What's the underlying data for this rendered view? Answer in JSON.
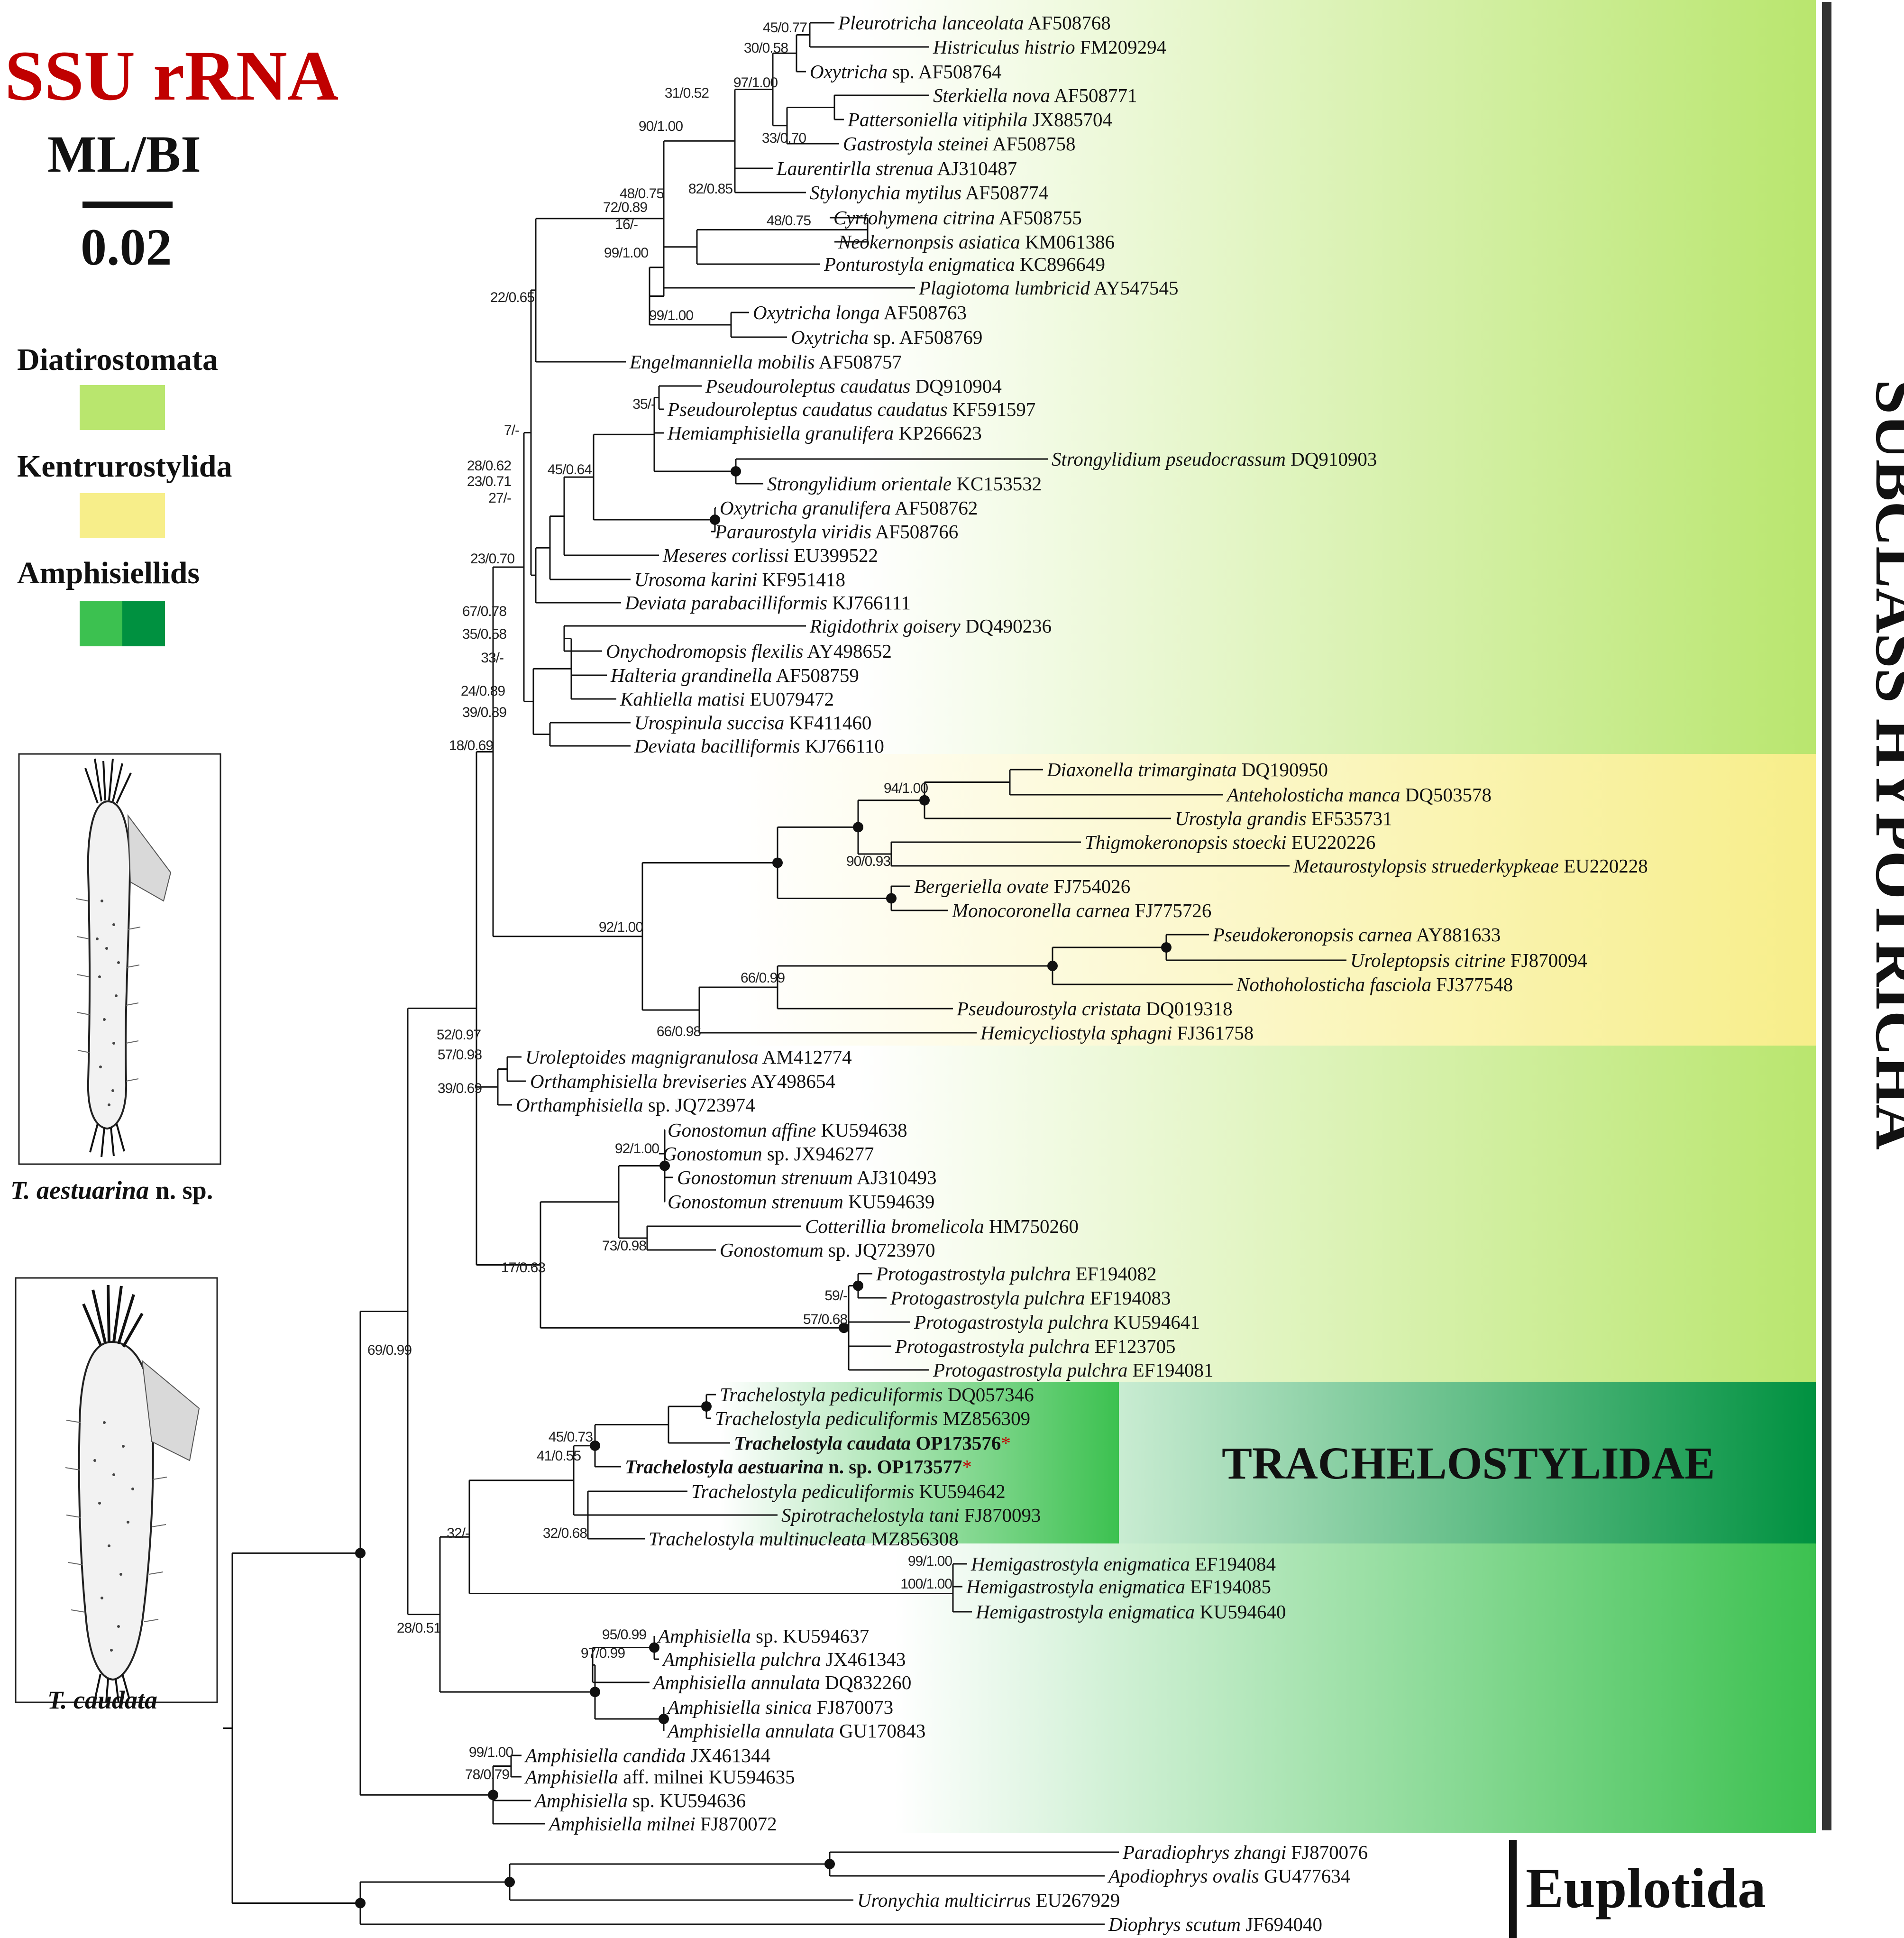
{
  "header": {
    "title": "SSU rRNA",
    "method": "ML/BI",
    "scale_value": "0.02",
    "title_color": "#c00000"
  },
  "legend": {
    "items": [
      {
        "label": "Diatirostomata",
        "colors": [
          "#b9e66e"
        ]
      },
      {
        "label": "Kentrurostylida",
        "colors": [
          "#f7ee8a"
        ]
      },
      {
        "label": "Amphisiellids",
        "colors": [
          "#3cc150",
          "#009140"
        ]
      }
    ]
  },
  "images": [
    {
      "caption_species": "T. aestuarina",
      "caption_suffix": " n. sp."
    },
    {
      "caption_species": "T.  caudata",
      "caption_suffix": ""
    }
  ],
  "side_labels": {
    "subclass": "SUBCLASS HYPOTRICHA",
    "family": "TRACHELOSTYLIDAE",
    "outgroup": "Euplotida"
  },
  "colors": {
    "diatirostomata": "#b9e66e",
    "kentrurostylida": "#f7ee8a",
    "amphisiellids_light": "#3cc150",
    "amphisiellids_dark": "#009140",
    "new_sequence_marker": "#c00000",
    "branch": "#111111"
  },
  "tree": {
    "taxa": [
      {
        "name": "Pleurotricha lanceolata",
        "acc": "AF508768"
      },
      {
        "name": "Histriculus histrio",
        "acc": "FM209294"
      },
      {
        "name": "Oxytricha",
        "sp": " sp.",
        "acc": "AF508764"
      },
      {
        "name": "Sterkiella nova",
        "acc": "AF508771"
      },
      {
        "name": "Pattersoniella vitiphila",
        "acc": "JX885704"
      },
      {
        "name": "Gastrostyla steinei",
        "acc": "AF508758"
      },
      {
        "name": "Laurentirlla strenua",
        "acc": "AJ310487"
      },
      {
        "name": "Stylonychia mytilus",
        "acc": "AF508774"
      },
      {
        "name": "Cyrtohymena citrina",
        "acc": "AF508755"
      },
      {
        "name": "Neokernonpsis asiatica",
        "acc": "KM061386"
      },
      {
        "name": "Ponturostyla enigmatica",
        "acc": "KC896649"
      },
      {
        "name": "Plagiotoma lumbricid",
        "acc": "AY547545"
      },
      {
        "name": "Oxytricha longa",
        "acc": "AF508763"
      },
      {
        "name": "Oxytricha",
        "sp": " sp.",
        "acc": "AF508769"
      },
      {
        "name": "Engelmanniella mobilis",
        "acc": "AF508757"
      },
      {
        "name": "Pseudouroleptus caudatus",
        "acc": "DQ910904"
      },
      {
        "name": "Pseudouroleptus caudatus caudatus",
        "acc": "KF591597"
      },
      {
        "name": "Hemiamphisiella granulifera",
        "acc": "KP266623"
      },
      {
        "name": "Strongylidium pseudocrassum",
        "acc": "DQ910903"
      },
      {
        "name": "Strongylidium orientale",
        "acc": "KC153532"
      },
      {
        "name": "Oxytricha granulifera",
        "acc": "AF508762"
      },
      {
        "name": "Paraurostyla viridis",
        "acc": "AF508766"
      },
      {
        "name": "Meseres corlissi",
        "acc": "EU399522"
      },
      {
        "name": "Urosoma karini",
        "acc": "KF951418"
      },
      {
        "name": "Deviata parabacilliformis",
        "acc": "KJ766111"
      },
      {
        "name": "Rigidothrix goisery",
        "acc": "DQ490236"
      },
      {
        "name": "Onychodromopsis flexilis",
        "acc": "AY498652"
      },
      {
        "name": "Halteria grandinella",
        "acc": "AF508759"
      },
      {
        "name": "Kahliella matisi",
        "acc": "EU079472"
      },
      {
        "name": "Urospinula succisa",
        "acc": "KF411460"
      },
      {
        "name": "Deviata bacilliformis",
        "acc": "KJ766110"
      },
      {
        "name": "Diaxonella trimarginata",
        "acc": "DQ190950"
      },
      {
        "name": "Anteholosticha manca",
        "acc": "DQ503578"
      },
      {
        "name": "Urostyla grandis",
        "acc": "EF535731"
      },
      {
        "name": "Thigmokeronopsis stoecki",
        "acc": "EU220226"
      },
      {
        "name": "Metaurostylopsis struederkypkeae",
        "acc": "EU220228"
      },
      {
        "name": "Bergeriella ovate",
        "acc": "FJ754026"
      },
      {
        "name": "Monocoronella carnea",
        "acc": "FJ775726"
      },
      {
        "name": "Pseudokeronopsis carnea",
        "acc": "AY881633"
      },
      {
        "name": "Uroleptopsis citrine",
        "acc": "FJ870094"
      },
      {
        "name": "Nothoholosticha fasciola",
        "acc": "FJ377548"
      },
      {
        "name": "Pseudourostyla cristata",
        "acc": "DQ019318"
      },
      {
        "name": "Hemicycliostyla sphagni",
        "acc": "FJ361758"
      },
      {
        "name": "Uroleptoides magnigranulosa",
        "acc": "AM412774"
      },
      {
        "name": "Orthamphisiella breviseries",
        "acc": "AY498654"
      },
      {
        "name": "Orthamphisiella",
        "sp": " sp.",
        "acc": "JQ723974"
      },
      {
        "name": "Gonostomun affine",
        "acc": "KU594638"
      },
      {
        "name": "Gonostomun",
        "sp": " sp.",
        "acc": "JX946277"
      },
      {
        "name": "Gonostomun strenuum",
        "acc": "AJ310493"
      },
      {
        "name": "Gonostomun strenuum",
        "acc": "KU594639"
      },
      {
        "name": "Cotterillia bromelicola",
        "acc": "HM750260"
      },
      {
        "name": "Gonostomum",
        "sp": " sp.",
        "acc": "JQ723970"
      },
      {
        "name": "Protogastrostyla pulchra",
        "acc": "EF194082"
      },
      {
        "name": "Protogastrostyla pulchra",
        "acc": "EF194083"
      },
      {
        "name": "Protogastrostyla pulchra",
        "acc": "KU594641"
      },
      {
        "name": "Protogastrostyla pulchra",
        "acc": "EF123705"
      },
      {
        "name": "Protogastrostyla pulchra",
        "acc": "EF194081"
      },
      {
        "name": "Trachelostyla pediculiformis",
        "acc": "DQ057346"
      },
      {
        "name": "Trachelostyla pediculiformis",
        "acc": "MZ856309"
      },
      {
        "name": "Trachelostyla caudata",
        "acc": "OP173576",
        "bold": true,
        "mark": "*"
      },
      {
        "name": "Trachelostyla aestuarina",
        "sp": " n. sp.",
        "acc": "OP173577",
        "bold": true,
        "mark": "*"
      },
      {
        "name": "Trachelostyla pediculiformis",
        "acc": "KU594642"
      },
      {
        "name": "Spirotrachelostyla tani",
        "acc": "FJ870093"
      },
      {
        "name": "Trachelostyla multinucleata",
        "acc": "MZ856308"
      },
      {
        "name": "Hemigastrostyla enigmatica",
        "acc": "EF194084"
      },
      {
        "name": "Hemigastrostyla enigmatica",
        "acc": "EF194085"
      },
      {
        "name": "Hemigastrostyla enigmatica",
        "acc": "KU594640"
      },
      {
        "name": "Amphisiella",
        "sp": " sp.",
        "acc": "KU594637"
      },
      {
        "name": "Amphisiella pulchra",
        "acc": "JX461343"
      },
      {
        "name": "Amphisiella annulata",
        "acc": "DQ832260"
      },
      {
        "name": "Amphisiella sinica",
        "acc": "FJ870073"
      },
      {
        "name": "Amphisiella annulata",
        "acc": "GU170843"
      },
      {
        "name": "Amphisiella candida",
        "acc": "JX461344"
      },
      {
        "name": "Amphisiella",
        "sp": " aff. milnei",
        "acc": "KU594635"
      },
      {
        "name": "Amphisiella",
        "sp": " sp.",
        "acc": "KU594636"
      },
      {
        "name": "Amphisiella milnei",
        "acc": "FJ870072"
      },
      {
        "name": "Paradiophrys zhangi",
        "acc": "FJ870076"
      },
      {
        "name": "Apodiophrys ovalis",
        "acc": "GU477634"
      },
      {
        "name": "Uronychia multicirrus",
        "acc": "EU267929"
      },
      {
        "name": "Diophrys scutum",
        "acc": "JF694040"
      }
    ],
    "supports": [
      "45/0.77",
      "30/0.58",
      "31/0.52",
      "97/1.00",
      "90/1.00",
      "33/0.70",
      "82/0.85",
      "48/0.75",
      "72/0.89",
      "16/-",
      "48/0.75",
      "99/1.00",
      "22/0.65",
      "99/1.00",
      "35/-",
      "7/-",
      "45/0.64",
      "28/0.62",
      "23/0.71",
      "27/-",
      "23/0.70",
      "67/0.78",
      "35/0.58",
      "33/-",
      "24/0.89",
      "39/0.89",
      "18/0.69",
      "94/1.00",
      "90/0.93",
      "92/1.00",
      "66/0.99",
      "66/0.98",
      "52/0.97",
      "57/0.98",
      "39/0.69",
      "92/1.00",
      "73/0.98",
      "17/0.63",
      "59/-",
      "57/0.68",
      "69/0.99",
      "45/0.73",
      "41/0.55",
      "32/0.68",
      "32/-",
      "99/1.00",
      "100/1.00",
      "28/0.51",
      "95/0.99",
      "97/0.99",
      "99/1.00",
      "78/0.79"
    ]
  }
}
